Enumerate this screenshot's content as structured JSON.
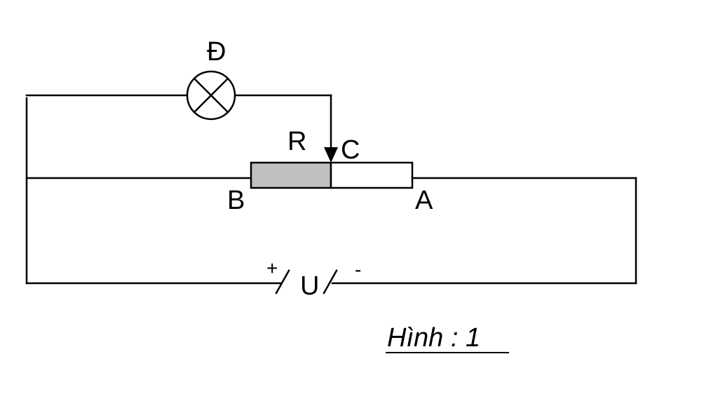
{
  "labels": {
    "lamp": "Đ",
    "rheostat": "R",
    "slider": "C",
    "end_b": "B",
    "end_a": "A",
    "source": "U",
    "plus": "+",
    "minus": "-"
  },
  "caption": "Hình : 1",
  "colors": {
    "line": "#000000",
    "rheostat_active": "#c0c0c0",
    "rheostat_inactive": "#ffffff"
  }
}
